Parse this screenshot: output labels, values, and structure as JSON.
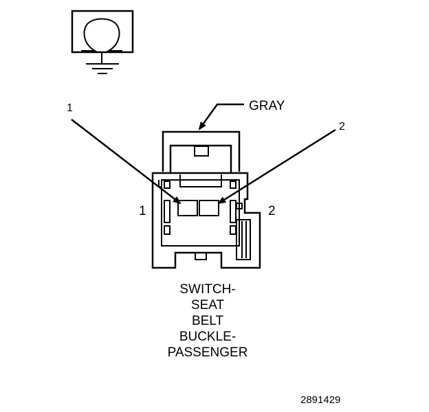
{
  "connector": {
    "wire_color": "GRAY",
    "callouts": [
      "1",
      "2"
    ],
    "pin_labels": [
      "1",
      "2"
    ],
    "name_lines": [
      "SWITCH-",
      "SEAT",
      "BELT",
      "BUCKLE-",
      "PASSENGER"
    ],
    "figure_id": "2891429"
  },
  "icons": {
    "component_symbol": "ground-symbol-icon"
  }
}
